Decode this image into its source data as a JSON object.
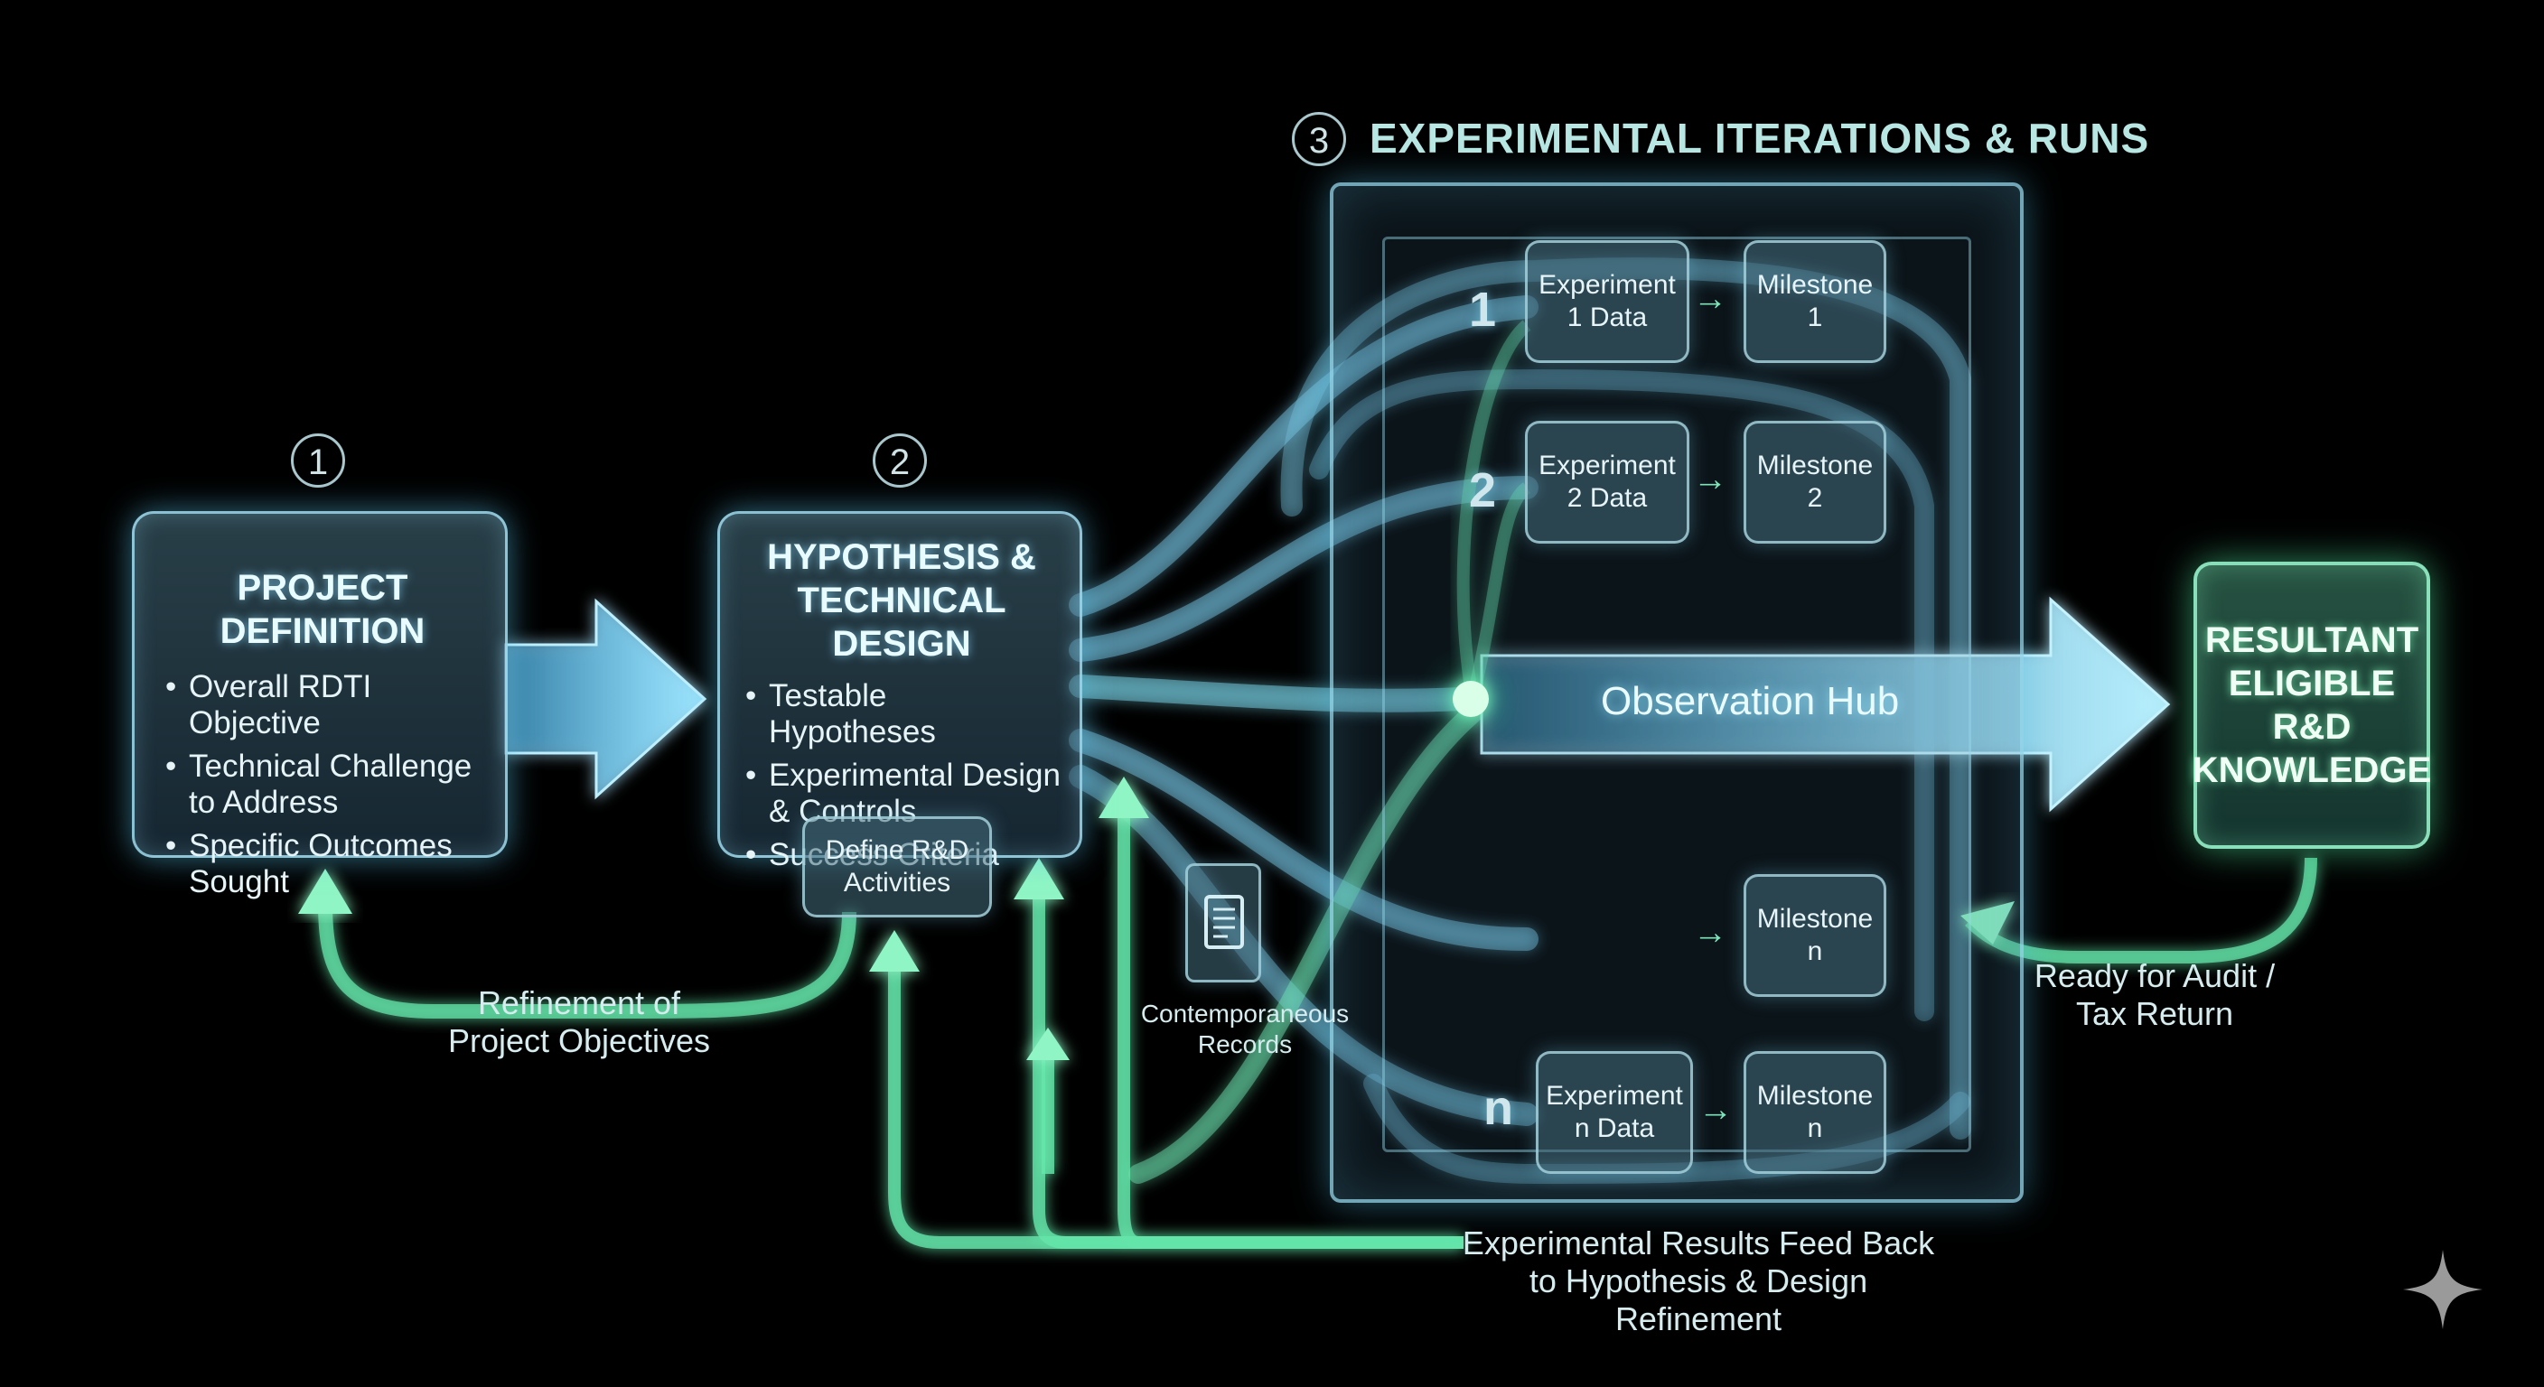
{
  "stages": {
    "one": {
      "number": "1",
      "title": "PROJECT DEFINITION",
      "bullets": [
        "Overall RDTI Objective",
        "Technical Challenge to Address",
        "Specific Outcomes Sought"
      ]
    },
    "two": {
      "number": "2",
      "title": "HYPOTHESIS & TECHNICAL DESIGN",
      "bullets": [
        "Testable Hypotheses",
        "Experimental Design & Controls",
        "Success Criteria"
      ],
      "sub_box": "Define R&D Activities"
    },
    "three": {
      "number": "3",
      "title": "EXPERIMENTAL ITERATIONS & RUNS",
      "rows": [
        {
          "label": "1",
          "experiment": "Experiment 1 Data",
          "milestone": "Milestone 1"
        },
        {
          "label": "2",
          "experiment": "Experiment 2 Data",
          "milestone": "Milestone 2"
        },
        {
          "label": "",
          "experiment": "",
          "milestone": "Milestone n"
        },
        {
          "label": "n",
          "experiment": "Experiment n Data",
          "milestone": "Milestone n"
        }
      ],
      "hub": "Observation Hub"
    }
  },
  "records_label": "Contemporaneous Records",
  "result": "RESULTANT ELIGIBLE R&D KNOWLEDGE",
  "captions": {
    "refinement": "Refinement of Project Objectives",
    "feedback": "Experimental Results Feed Back to Hypothesis & Design Refinement",
    "audit": "Ready for Audit / Tax Return"
  },
  "colors": {
    "blue_glow": "#5ac8f0",
    "green_glow": "#5ee6a8",
    "background": "#000000"
  }
}
